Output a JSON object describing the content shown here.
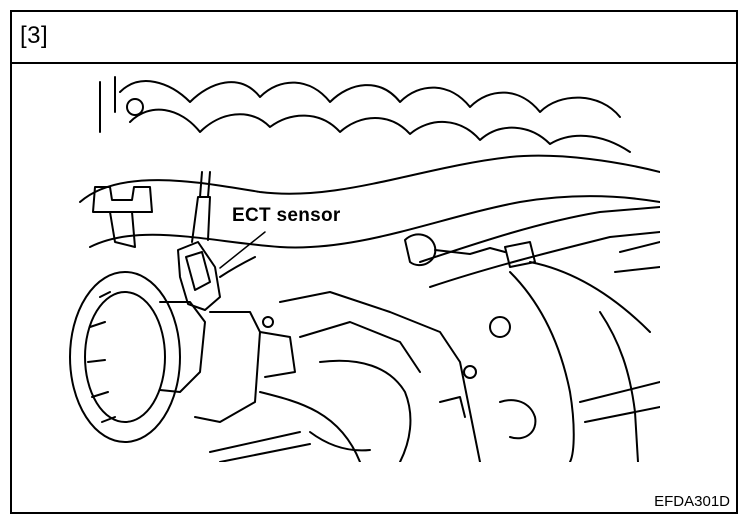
{
  "header": {
    "label": "[3]"
  },
  "figure": {
    "callout": "ECT sensor",
    "code": "EFDA301D"
  }
}
